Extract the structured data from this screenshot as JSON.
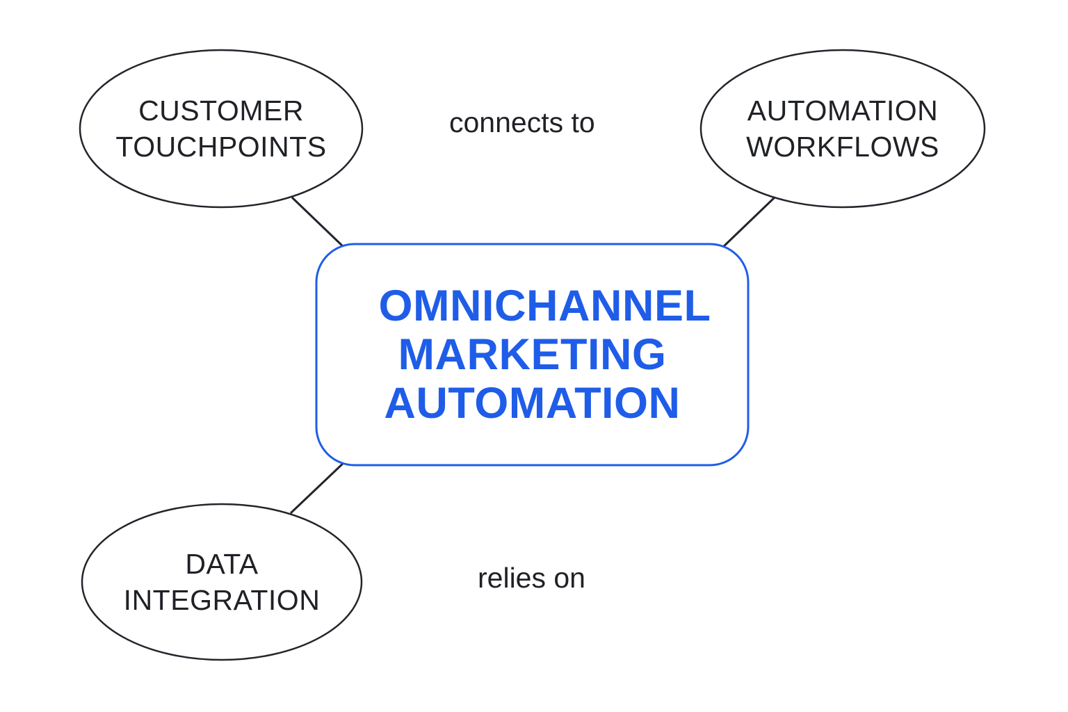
{
  "colors": {
    "accent": "#1f5de8",
    "ink": "#22252b",
    "background": "#ffffff"
  },
  "center": {
    "lines": [
      "OMNICHANNEL",
      "MARKETING",
      "AUTOMATION"
    ]
  },
  "nodes": {
    "customer_touchpoints": {
      "lines": [
        "CUSTOMER",
        "TOUCHPOINTS"
      ]
    },
    "automation_workflows": {
      "lines": [
        "AUTOMATION",
        "WORKFLOWS"
      ]
    },
    "data_integration": {
      "lines": [
        "DATA",
        "INTEGRATION"
      ]
    }
  },
  "edge_labels": {
    "top": "connects to",
    "bottom": "relies on"
  }
}
